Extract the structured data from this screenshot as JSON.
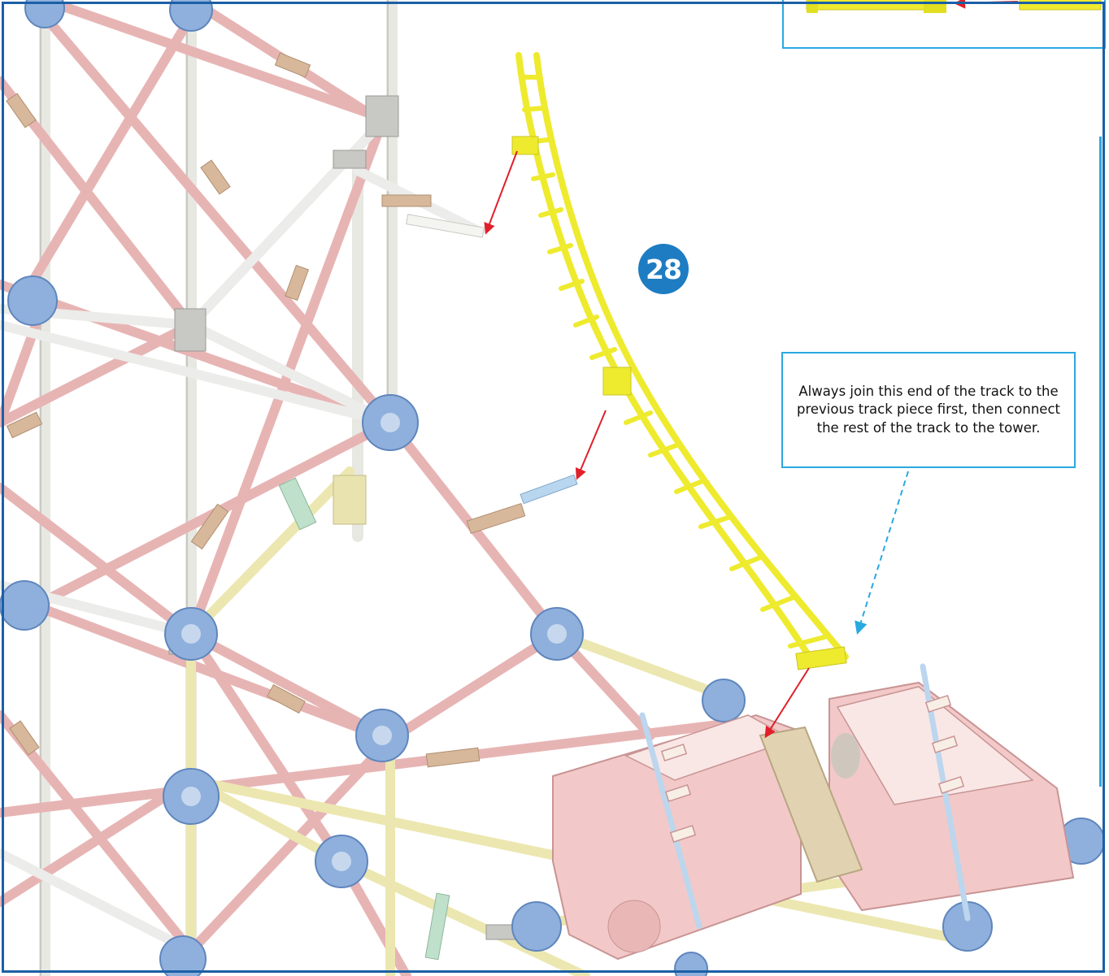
{
  "step": {
    "number": "28"
  },
  "callout": {
    "text": "Always join this end of the track to the previous track piece first, then connect the rest of the track to the tower."
  },
  "colors": {
    "frame": "#1b5fa6",
    "callout_border": "#29a9e0",
    "step_badge": "#1e7cc2",
    "track_piece": "#f2ef3a",
    "assembly_arrow": "#e0202a",
    "callout_leader": "#29a9e0",
    "connector_hub": "#7fa6d8",
    "white_rod": "#eeeeee",
    "pink_rod": "#e7b4b4",
    "yellow_rod": "#ece7b0",
    "motor_housing": "#f0c4c4",
    "tan_chain_guide": "#d8c9a8"
  },
  "icons": [
    "red-assembly-arrow",
    "dashed-leader-arrow"
  ]
}
